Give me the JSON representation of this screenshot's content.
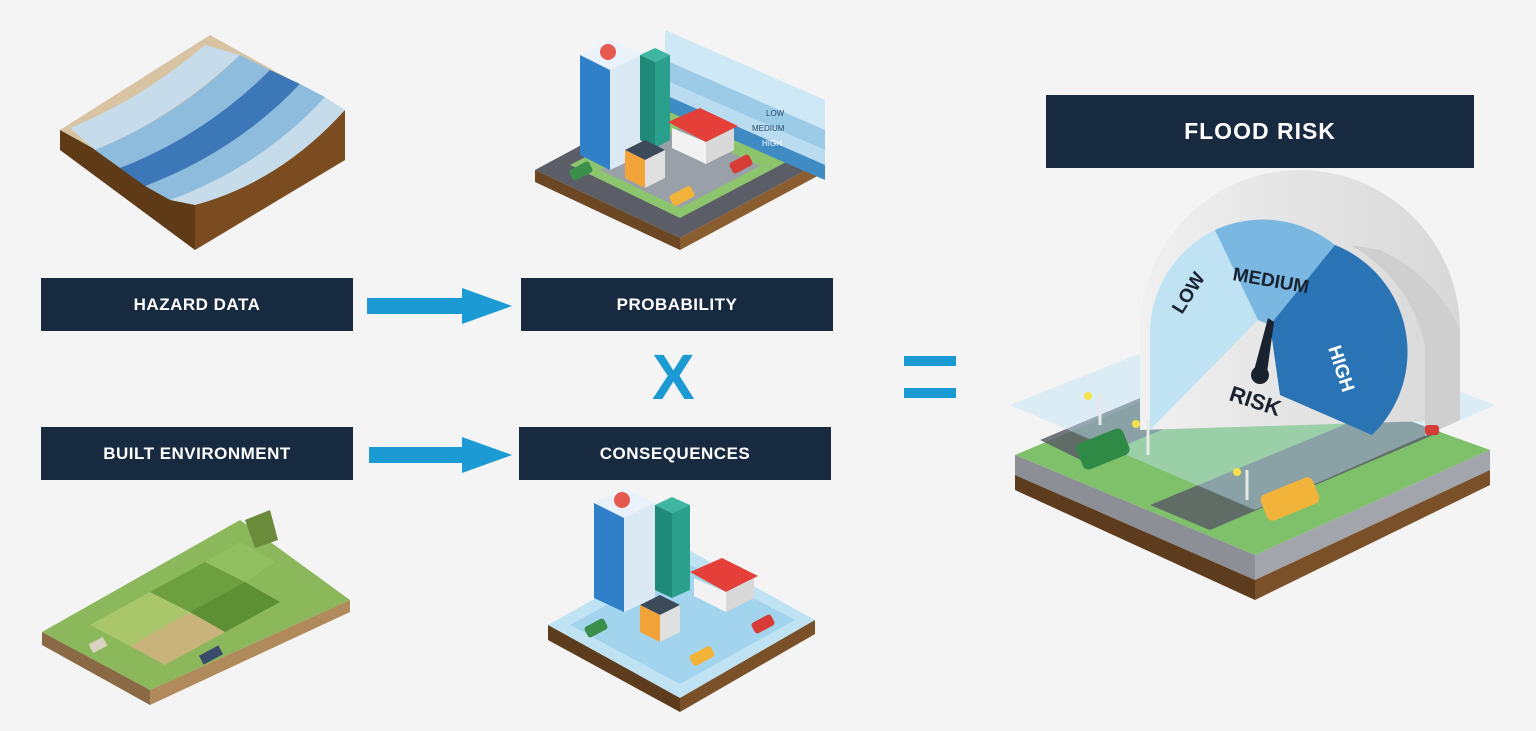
{
  "labels": {
    "hazard_data": "HAZARD DATA",
    "probability": "PROBABILITY",
    "built_environment": "BUILT ENVIRONMENT",
    "consequences": "CONSEQUENCES",
    "flood_risk": "FLOOD RISK"
  },
  "operators": {
    "times": "X"
  },
  "probability_scale": [
    "LOW",
    "MEDIUM",
    "HIGH"
  ],
  "gauge": {
    "levels": [
      "LOW",
      "MEDIUM",
      "HIGH"
    ],
    "center_label": "RISK"
  },
  "colors": {
    "box_bg": "#172a40",
    "box_text": "#ffffff",
    "accent": "#1b9ad4",
    "water_light": "#bfe3f3",
    "water_mid": "#5ea9d6",
    "water_dark": "#2a74b5",
    "soil": "#6a4420",
    "grass": "#7cc36a",
    "road": "#5b5e66"
  }
}
